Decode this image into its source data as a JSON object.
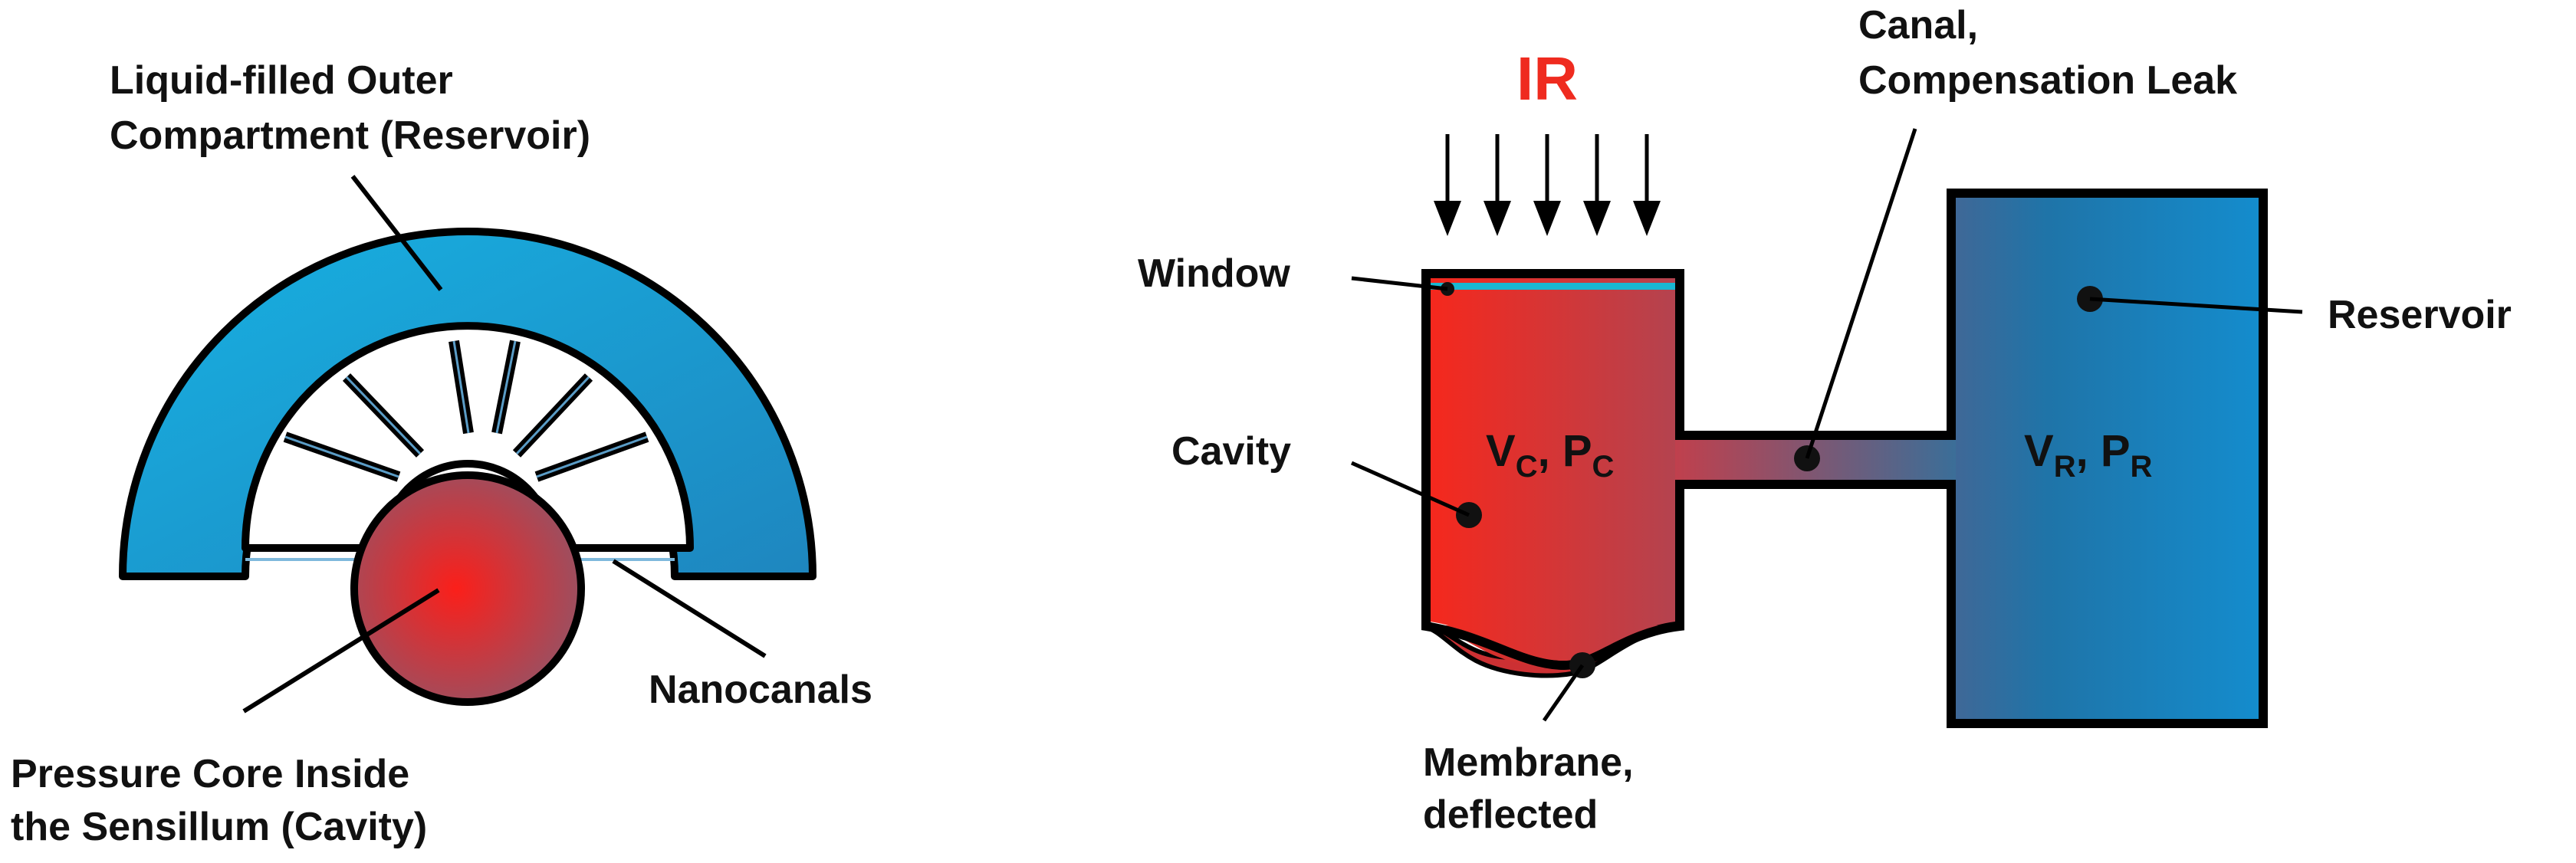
{
  "colors": {
    "reservoir_blue": "#1f9fd6",
    "reservoir_blue_dark": "#1d6f9e",
    "cavity_red": "#f2271c",
    "cavity_red_muted": "#b8404a",
    "window_cyan": "#19b7d2",
    "ir_red": "#ef2b1f",
    "outline": "#000000"
  },
  "left_diagram": {
    "label_reservoir_line1": "Liquid-filled Outer",
    "label_reservoir_line2": "Compartment (Reservoir)",
    "label_nanocanals": "Nanocanals",
    "label_core_line1": "Pressure Core Inside",
    "label_core_line2": "the Sensillum (Cavity)"
  },
  "right_diagram": {
    "ir_label": "IR",
    "label_canal_line1": "Canal,",
    "label_canal_line2": "Compensation Leak",
    "label_window": "Window",
    "label_cavity": "Cavity",
    "label_reservoir": "Reservoir",
    "label_membrane_line1": "Membrane,",
    "label_membrane_line2": "deflected",
    "cavity_vars": {
      "v": "V",
      "v_sub": "C",
      "sep": ", ",
      "p": "P",
      "p_sub": "C"
    },
    "reservoir_vars": {
      "v": "V",
      "v_sub": "R",
      "sep": ", ",
      "p": "P",
      "p_sub": "R"
    }
  }
}
